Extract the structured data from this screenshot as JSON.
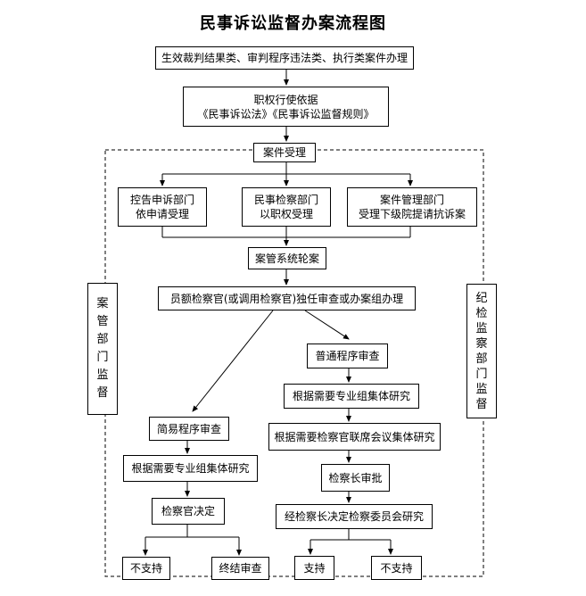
{
  "title": "民事诉讼监督办案流程图",
  "nodes": {
    "scope": "生效裁判结果类、审判程序违法类、执行类案件办理",
    "basis_line1": "职权行使依据",
    "basis_line2": "《民事诉讼法》《民事诉讼监督规则》",
    "accept": "案件受理",
    "src1_line1": "控告申诉部门",
    "src1_line2": "依申请受理",
    "src2_line1": "民事检察部门",
    "src2_line2": "以职权受理",
    "src3_line1": "案件管理部门",
    "src3_line2": "受理下级院提请抗诉案",
    "rotate": "案管系统轮案",
    "handle": "员额检察官(或调用检察官)独任审查或办案组办理",
    "normal": "普通程序审查",
    "normal_group": "根据需要专业组集体研究",
    "joint_meeting": "根据需要检察官联席会议集体研究",
    "chief_approve": "检察长审批",
    "committee": "经检察长决定检察委员会研究",
    "simple": "简易程序审查",
    "simple_group": "根据需要专业组集体研究",
    "prosecutor_decide": "检察官决定",
    "simple_no": "不支持",
    "simple_end": "终结审查",
    "normal_yes": "支持",
    "normal_no": "不支持"
  },
  "side_left": [
    "案",
    "管",
    "部",
    "门",
    "监",
    "督"
  ],
  "side_right": [
    "纪",
    "检",
    "监",
    "察",
    "部",
    "门",
    "监",
    "督"
  ]
}
